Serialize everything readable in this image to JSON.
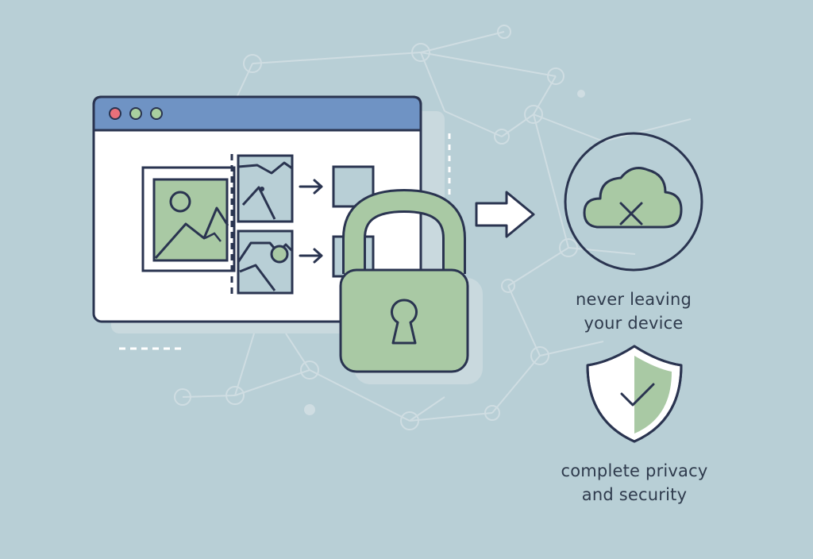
{
  "captions": {
    "device": {
      "line1": "never leaving",
      "line2": "your device"
    },
    "privacy": {
      "line1": "complete privacy",
      "line2": "and security"
    }
  },
  "colors": {
    "background": "#b8cfd6",
    "outline": "#2a3450",
    "titlebar": "#6f93c4",
    "accent_green": "#a9c9a4",
    "window_fill": "#ffffff",
    "dot_red": "#e8707a",
    "dot_green": "#a9cf9f",
    "network": "#cfdde2"
  },
  "icons": {
    "browser": "browser-window-icon",
    "lock": "padlock-icon",
    "arrow": "arrow-right-icon",
    "cloud": "cloud-off-icon",
    "shield": "shield-check-icon"
  }
}
